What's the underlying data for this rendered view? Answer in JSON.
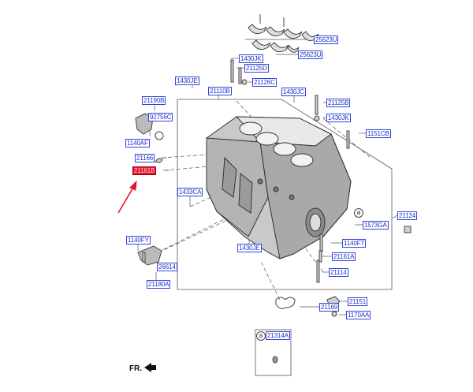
{
  "diagram": {
    "labels": [
      {
        "name": "label-25623u-top",
        "text": "25623U"
      },
      {
        "name": "label-25623u",
        "text": "25623U"
      },
      {
        "name": "label-1430jk-top",
        "text": "1430JK"
      },
      {
        "name": "label-21125d",
        "text": "21125D"
      },
      {
        "name": "label-1430je-top",
        "text": "1430JE"
      },
      {
        "name": "label-21126c",
        "text": "21126C"
      },
      {
        "name": "label-21110b",
        "text": "21110B"
      },
      {
        "name": "label-1430jc",
        "text": "1430JC"
      },
      {
        "name": "label-21190b",
        "text": "21190B"
      },
      {
        "name": "label-21125b",
        "text": "21125B"
      },
      {
        "name": "label-92756c",
        "text": "92756C"
      },
      {
        "name": "label-1430jk",
        "text": "1430JK"
      },
      {
        "name": "label-1151cb",
        "text": "1151CB"
      },
      {
        "name": "label-1140af",
        "text": "1140AF"
      },
      {
        "name": "label-21166",
        "text": "21166"
      },
      {
        "name": "label-21161b",
        "text": "21161B"
      },
      {
        "name": "label-1433ca",
        "text": "1433CA"
      },
      {
        "name": "label-21124",
        "text": "21124"
      },
      {
        "name": "label-1573ga",
        "text": "1573GA"
      },
      {
        "name": "label-1140fy",
        "text": "1140FY"
      },
      {
        "name": "label-1140ft",
        "text": "1140FT"
      },
      {
        "name": "label-1430je",
        "text": "1430JE"
      },
      {
        "name": "label-21161a",
        "text": "21161A"
      },
      {
        "name": "label-26614",
        "text": "26614"
      },
      {
        "name": "label-21114",
        "text": "21114"
      },
      {
        "name": "label-21180a",
        "text": "21180A"
      },
      {
        "name": "label-21169",
        "text": "21169"
      },
      {
        "name": "label-21151",
        "text": "21151"
      },
      {
        "name": "label-1170aa",
        "text": "1170AA"
      },
      {
        "name": "label-21314a",
        "text": "21314A"
      }
    ],
    "callout_a_main": "a",
    "callout_a_detail": "a",
    "direction_label": "FR.",
    "highlight_color": "#e5122c",
    "label_color": "#1d31c8"
  }
}
